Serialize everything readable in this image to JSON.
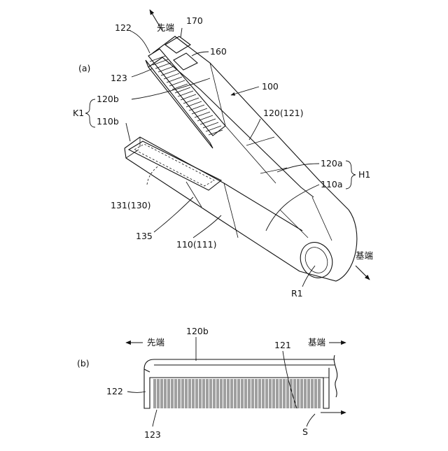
{
  "panel_a": {
    "panel_label": "(a)",
    "labels": {
      "l122": "122",
      "tip": "先端",
      "l170": "170",
      "l160": "160",
      "l123": "123",
      "l100": "100",
      "l120b": "120b",
      "k1": "K1",
      "l110b": "110b",
      "l120_121": "120(121)",
      "l120a": "120a",
      "h1": "H1",
      "l110a": "110a",
      "l131_130": "131(130)",
      "l135": "135",
      "l110_111": "110(111)",
      "base": "基端",
      "r1": "R1"
    }
  },
  "panel_b": {
    "panel_label": "(b)",
    "labels": {
      "tip": "先端",
      "l120b": "120b",
      "base": "基端",
      "l121": "121",
      "l122": "122",
      "l123": "123",
      "s": "S"
    }
  }
}
